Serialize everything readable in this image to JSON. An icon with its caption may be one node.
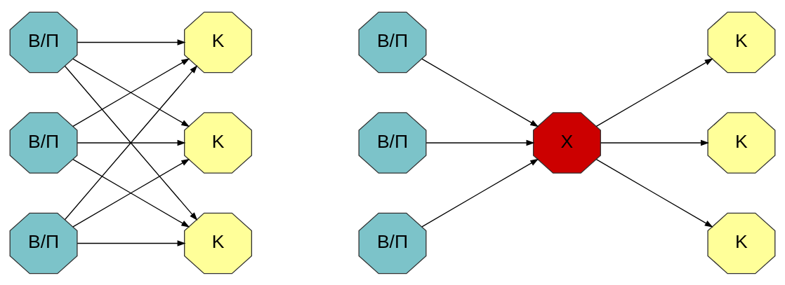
{
  "diagram": {
    "nodes": [
      {
        "text": [
          "В/П"
        ]
      },
      {
        "text": [
          "В/П"
        ]
      },
      {
        "text": [
          "В/П"
        ]
      },
      {
        "text": [
          "K"
        ]
      },
      {
        "text": [
          "K"
        ]
      },
      {
        "text": [
          "K"
        ]
      },
      {
        "text": [
          "В/П"
        ]
      },
      {
        "text": [
          "В/П"
        ]
      },
      {
        "text": [
          "В/П"
        ]
      },
      {
        "text": [
          "X"
        ]
      },
      {
        "text": [
          "K"
        ]
      },
      {
        "text": [
          "K"
        ]
      },
      {
        "text": [
          "K"
        ]
      }
    ],
    "edges": [
      {
        "from": 0,
        "to": 3,
        "arrow": "to"
      },
      {
        "from": 0,
        "to": 4,
        "arrow": "to"
      },
      {
        "from": 0,
        "to": 5,
        "arrow": "to"
      },
      {
        "from": 1,
        "to": 3,
        "arrow": "to"
      },
      {
        "from": 1,
        "to": 4,
        "arrow": "to"
      },
      {
        "from": 1,
        "to": 5,
        "arrow": "to"
      },
      {
        "from": 2,
        "to": 3,
        "arrow": "to"
      },
      {
        "from": 2,
        "to": 4,
        "arrow": "to"
      },
      {
        "from": 2,
        "to": 5,
        "arrow": "to"
      },
      {
        "from": 6,
        "to": 9,
        "arrow": "to"
      },
      {
        "from": 7,
        "to": 9,
        "arrow": "to"
      },
      {
        "from": 8,
        "to": 9,
        "arrow": "to"
      },
      {
        "from": 9,
        "to": 10,
        "arrow": "to"
      },
      {
        "from": 9,
        "to": 11,
        "arrow": "to"
      },
      {
        "from": 9,
        "to": 12,
        "arrow": "to"
      }
    ]
  }
}
